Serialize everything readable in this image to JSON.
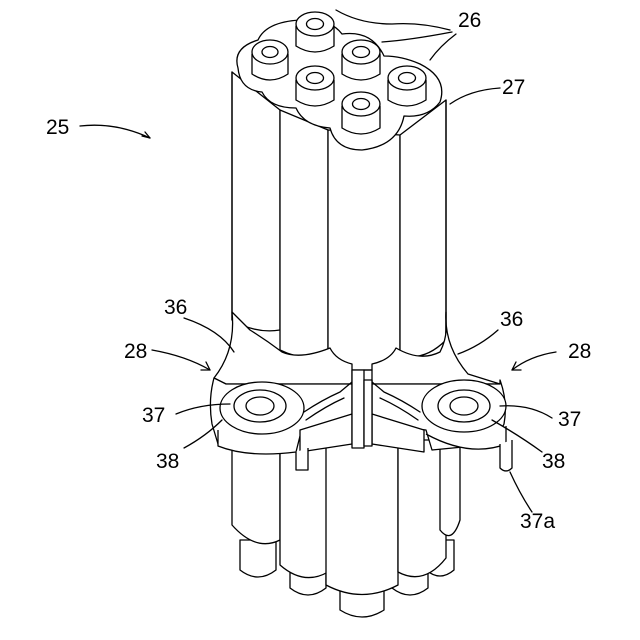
{
  "labels": {
    "assembly": "25",
    "tubes": "26",
    "bundle_top": "27",
    "bracket_left": "28",
    "bracket_right": "28",
    "flange_left": "36",
    "flange_right": "36",
    "eye_left": "37",
    "eye_right": "37",
    "hole_left": "38",
    "hole_right": "38",
    "pin": "37a"
  }
}
